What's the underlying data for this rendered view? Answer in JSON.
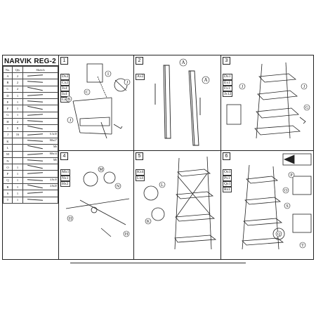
{
  "title": "NARVIK REG-2",
  "parts_header": {
    "no": "No.",
    "qty": "Qty",
    "sketch": "Sketch"
  },
  "parts": [
    {
      "id": "A",
      "qty": "2",
      "size": ""
    },
    {
      "id": "B",
      "qty": "2",
      "size": ""
    },
    {
      "id": "C",
      "qty": "2",
      "size": ""
    },
    {
      "id": "D",
      "qty": "1",
      "size": ""
    },
    {
      "id": "E",
      "qty": "1",
      "size": ""
    },
    {
      "id": "F",
      "qty": "1",
      "size": ""
    },
    {
      "id": "G",
      "qty": "1",
      "size": ""
    },
    {
      "id": "H",
      "qty": "2",
      "size": ""
    },
    {
      "id": "I",
      "qty": "8",
      "size": ""
    },
    {
      "id": "J",
      "qty": "16",
      "size": "6.3x10"
    },
    {
      "id": "K",
      "qty": "",
      "size": "M6x27"
    },
    {
      "id": "L",
      "qty": "",
      "size": "M6"
    },
    {
      "id": "M",
      "qty": "",
      "size": "M6x14"
    },
    {
      "id": "N",
      "qty": "",
      "size": "M6"
    },
    {
      "id": "O",
      "qty": "1",
      "size": ""
    },
    {
      "id": "P",
      "qty": "1",
      "size": ""
    },
    {
      "id": "Q",
      "qty": "1",
      "size": "4.8x10"
    },
    {
      "id": "R",
      "qty": "1",
      "size": "4.8x20"
    },
    {
      "id": "S",
      "qty": "1",
      "size": ""
    },
    {
      "id": "T",
      "qty": "1",
      "size": ""
    }
  ],
  "steps": [
    {
      "num": "1",
      "parts": [
        "Dx2",
        "Cx2",
        "Jx4",
        "Ix4",
        "Gx1"
      ]
    },
    {
      "num": "2",
      "parts": [
        "Ax2"
      ]
    },
    {
      "num": "3",
      "parts": [
        "Dx1",
        "Ex1",
        "Fx1",
        "Jx12"
      ]
    },
    {
      "num": "4",
      "parts": [
        "Mx1",
        "Nx1",
        "Hx2"
      ]
    },
    {
      "num": "5",
      "parts": [
        "Kx4",
        "Lx4"
      ]
    },
    {
      "num": "6",
      "parts": [
        "Ox1",
        "Px1",
        "Qx1",
        "Rx1"
      ]
    }
  ],
  "callouts": {
    "step1": [
      "B",
      "C",
      "J",
      "I",
      "J"
    ],
    "step2": [
      "A",
      "A"
    ],
    "step3": [
      "J",
      "J",
      "G"
    ],
    "step4": [
      "M",
      "N",
      "H",
      "H"
    ],
    "step5": [
      "L",
      "K"
    ],
    "step6": [
      "P",
      "O",
      "S",
      "Q",
      "T"
    ]
  }
}
